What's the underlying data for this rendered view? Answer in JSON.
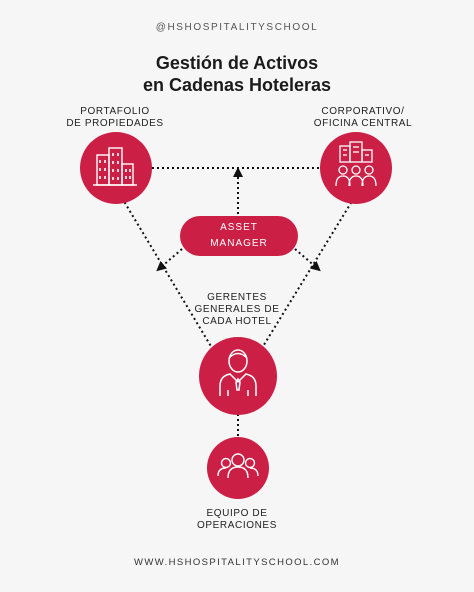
{
  "header": {
    "handle": "@HSHOSPITALITYSCHOOL"
  },
  "title": {
    "line1": "Gestión de Activos",
    "line2": "en Cadenas Hoteleras"
  },
  "nodes": {
    "portafolio": {
      "line1": "PORTAFOLIO",
      "line2": "DE PROPIEDADES",
      "icon": "buildings-icon"
    },
    "corporativo": {
      "line1": "CORPORATIVO/",
      "line2": "OFICINA CENTRAL",
      "icon": "corporate-team-icon"
    },
    "asset_manager": {
      "line1": "ASSET",
      "line2": "MANAGER"
    },
    "gerentes": {
      "line1": "GERENTES",
      "line2": "GENERALES DE",
      "line3": "CADA HOTEL",
      "icon": "manager-icon"
    },
    "equipo": {
      "line1": "EQUIPO DE",
      "line2": "OPERACIONES",
      "icon": "team-icon"
    }
  },
  "footer": {
    "url": "WWW.HSHOSPITALITYSCHOOL.COM"
  },
  "colors": {
    "accent": "#cc1f45",
    "background": "#f6f6f6",
    "text": "#1a1a1a"
  }
}
